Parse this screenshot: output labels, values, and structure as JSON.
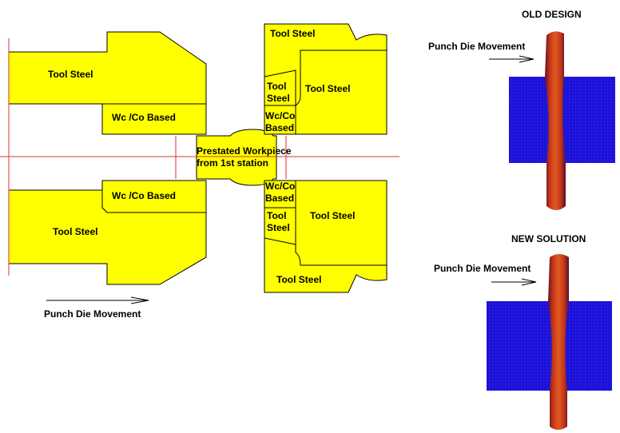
{
  "colors": {
    "tool_fill": "#ffff00",
    "die_blue": "#1a10d8",
    "workpiece_red": "#c83a10",
    "centerline": "#e03030"
  },
  "diagram": {
    "left_upper": {
      "tool_steel": "Tool Steel",
      "carbide": "Wc /Co Based"
    },
    "left_lower": {
      "tool_steel": "Tool Steel",
      "carbide": "Wc /Co Based"
    },
    "workpiece": {
      "line1": "Prestated Workpiece",
      "line2": "from 1st station"
    },
    "right_upper": {
      "outer_tool_steel": "Tool Steel",
      "inner_tool_steel": "Tool Steel",
      "small_tool_1": "Tool",
      "small_tool_2": "Steel",
      "carbide_1": "Wc/Co",
      "carbide_2": "Based"
    },
    "right_lower": {
      "outer_tool_steel": "Tool Steel",
      "inner_tool_steel": "Tool Steel",
      "small_tool_1": "Tool",
      "small_tool_2": "Steel",
      "carbide_1": "Wc/Co",
      "carbide_2": "Based"
    },
    "movement_label": "Punch Die Movement"
  },
  "simulations": {
    "old": {
      "title": "OLD DESIGN",
      "movement_label": "Punch Die Movement"
    },
    "new": {
      "title": "NEW SOLUTION",
      "movement_label": "Punch Die Movement"
    }
  }
}
